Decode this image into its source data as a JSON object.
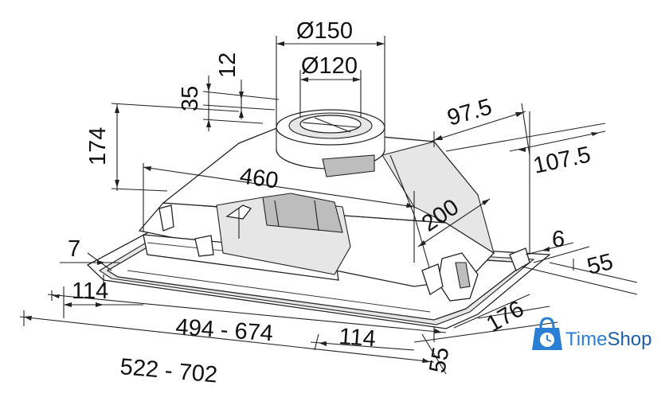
{
  "dimensions": {
    "d150": "Ø150",
    "d120": "Ø120",
    "h12": "12",
    "h35": "35",
    "h174": "174",
    "w460": "460",
    "w200": "200",
    "w97_5": "97.5",
    "w107_5": "107.5",
    "w7": "7",
    "w6": "6",
    "w55_right": "55",
    "w114_left": "114",
    "w494_674": "494 - 674",
    "w114_right": "114",
    "w176": "176",
    "w55_bottom": "55",
    "w522_702": "522 - 702"
  },
  "logo": {
    "brand_part1": "Time",
    "brand_part2": "Shop",
    "color_blue": "#2a7fd4",
    "color_dark": "#1d5fa8",
    "icon": "shopping-bag-clock-icon"
  }
}
